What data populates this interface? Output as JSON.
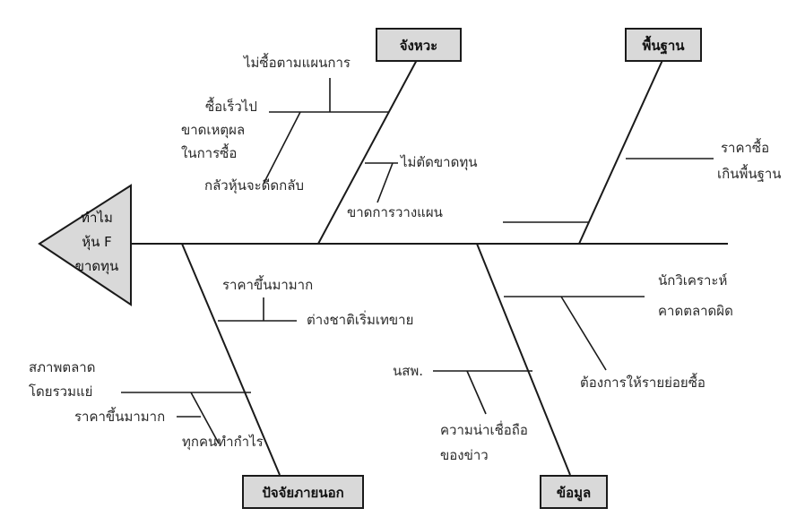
{
  "head": {
    "line1": "ทำไม",
    "line2": "หุ้น F",
    "line3": "ขาดทุน"
  },
  "categories": {
    "timing": "จังหวะ",
    "fundamental": "พื้นฐาน",
    "external": "ปัจจัยภายนอก",
    "information": "ข้อมูล"
  },
  "causes": {
    "not_following_plan": "ไม่ซื้อตามแผนการ",
    "bought_too_early": "ซื้อเร็วไป",
    "irrational_line1": "ขาดเหตุผล",
    "irrational_line2": "ในการซื้อ",
    "fear_rebound": "กลัวหุ้นจะดีดกลับ",
    "no_cut_loss": "ไม่ตัดขาดทุน",
    "no_planning": "ขาดการวางแผน",
    "price_above_line1": "ราคาซื้อ",
    "price_above_line2": "เกินพื้นฐาน",
    "price_rose_a": "ราคาขึ้นมามาก",
    "foreigners_selling": "ต่างชาติเริ่มเทขาย",
    "market_line1": "สภาพตลาด",
    "market_line2": "โดยรวมแย่",
    "price_rose_b": "ราคาขึ้นมามาก",
    "everyone_profit": "ทุกคนทำกำไร",
    "analyst_line1": "นักวิเคราะห์",
    "analyst_line2": "คาดตลาดผิด",
    "want_retail_buy": "ต้องการให้รายย่อยซื้อ",
    "newspaper": "นสพ.",
    "credibility_line1": "ความน่าเชื่อถือ",
    "credibility_line2": "ของข่าว"
  }
}
